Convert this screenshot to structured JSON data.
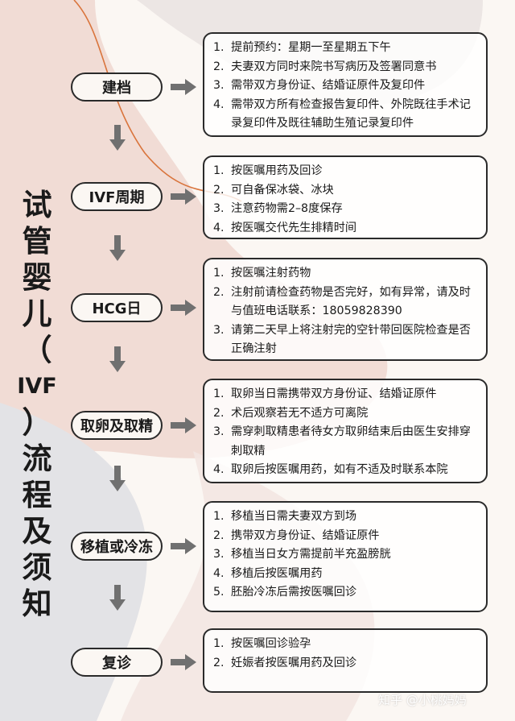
{
  "title_chars": [
    "试",
    "管",
    "婴",
    "儿",
    "（",
    "IVF",
    "）",
    "流",
    "程",
    "及",
    "须",
    "知"
  ],
  "stages": [
    {
      "label": "建档",
      "items": [
        {
          "num": "1.",
          "text": "提前预约：星期一至星期五下午"
        },
        {
          "num": "2.",
          "text": "夫妻双方同时来院书写病历及签署同意书"
        },
        {
          "num": "3.",
          "text": "需带双方身份证、结婚证原件及复印件"
        },
        {
          "num": "4.",
          "text": "需带双方所有检查报告复印件、外院既往手术记录复印件及既往辅助生殖记录复印件"
        }
      ]
    },
    {
      "label": "IVF周期",
      "items": [
        {
          "num": "1.",
          "text": "按医嘱用药及回诊"
        },
        {
          "num": "2.",
          "text": "可自备保冰袋、冰块"
        },
        {
          "num": "3.",
          "text": "注意药物需2–8度保存"
        },
        {
          "num": "4.",
          "text": "按医嘱交代先生排精时间"
        }
      ]
    },
    {
      "label": "HCG日",
      "items": [
        {
          "num": "1.",
          "text": "按医嘱注射药物"
        },
        {
          "num": "2.",
          "text": "注射前请检查药物是否完好，如有异常，请及时与值班电话联系：18059828390"
        },
        {
          "num": "3.",
          "text": "请第二天早上将注射完的空针带回医院检查是否正确注射"
        }
      ]
    },
    {
      "label": "取卵及取精",
      "items": [
        {
          "num": "1.",
          "text": "取卵当日需携带双方身份证、结婚证原件"
        },
        {
          "num": "2.",
          "text": "术后观察若无不适方可离院"
        },
        {
          "num": "3.",
          "text": "需穿刺取精患者待女方取卵结束后由医生安排穿刺取精"
        },
        {
          "num": "4.",
          "text": "取卵后按医嘱用药，如有不适及时联系本院"
        }
      ]
    },
    {
      "label": "移植或冷冻",
      "items": [
        {
          "num": "1.",
          "text": "移植当日需夫妻双方到场"
        },
        {
          "num": "2.",
          "text": "携带双方身份证、结婚证原件"
        },
        {
          "num": "3.",
          "text": "移植当日女方需提前半充盈膀胱"
        },
        {
          "num": "4.",
          "text": "移植后按医嘱用药"
        },
        {
          "num": "5.",
          "text": "胚胎冷冻后需按医嘱回诊"
        }
      ]
    },
    {
      "label": "复诊",
      "items": [
        {
          "num": "1.",
          "text": "按医嘱回诊验孕"
        },
        {
          "num": "2.",
          "text": "妊娠者按医嘱用药及回诊"
        }
      ]
    }
  ],
  "watermark": "知乎 @小桃妈妈",
  "colors": {
    "background": "#fbf7f3",
    "blob_pink": "#f1dcd5",
    "blob_gray": "#e3e3e6",
    "curve_orange": "#d9743c",
    "arrow_gray": "#707070",
    "border": "#2a2a2a"
  }
}
